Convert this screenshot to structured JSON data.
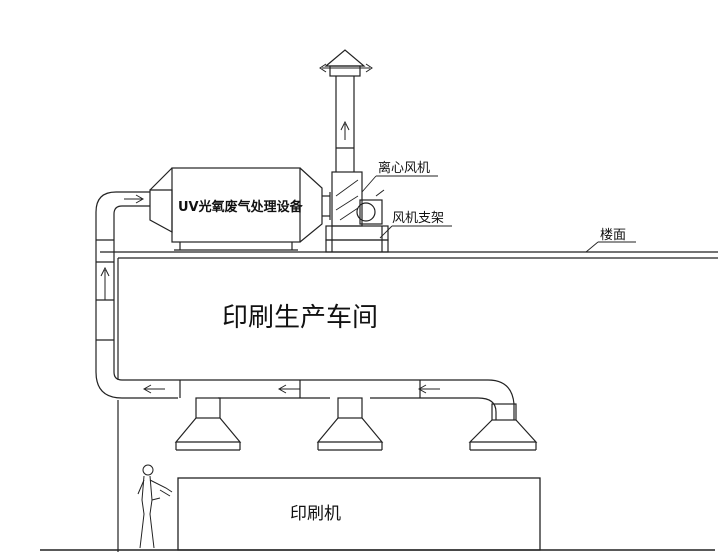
{
  "labels": {
    "equipment": "UV光氧废气处理设备",
    "fan": "离心风机",
    "fan_stand": "风机支架",
    "floor": "楼面",
    "workshop": "印刷生产车间",
    "printer": "印刷机"
  }
}
